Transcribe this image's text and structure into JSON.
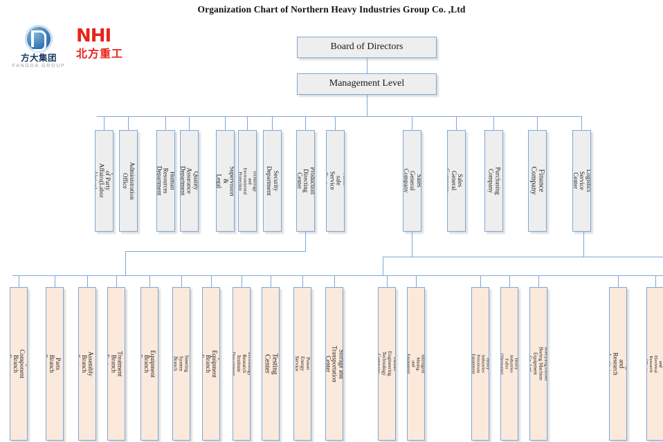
{
  "title": "Organization Chart of Northern Heavy Industries  Group Co. ,Ltd",
  "logos": {
    "fangda": {
      "name": "fangda-group-logo",
      "cn": "方大集团",
      "en": "FANGDA GROUP",
      "color": "#2a6cb0"
    },
    "nhi": {
      "name": "nhi-logo",
      "en": "NHI",
      "cn": "北方重工",
      "color": "#e8231a"
    }
  },
  "colors": {
    "box_fill_gray": "#eeeeee",
    "box_fill_peach": "#fbe9dc",
    "box_border": "#7ba7d7",
    "line": "#7ba7d7",
    "text": "#1a1a1a"
  },
  "top": {
    "board": "Board of Directors",
    "management": "Management Level"
  },
  "level2_left": [
    "Department of Party\nAffairs(Labor Union)",
    "Administration Office",
    "Human Resources\nDepartment",
    "Quality Assurance\nDepartment",
    "Audit, Supervision &\nLegal Department",
    "Safety Technology and\nEnvironmental Protection\nDepartment",
    "Security Department",
    "Production Directing\nCenter",
    "After-sale Service Center"
  ],
  "level2_right": [
    "Sales General Company",
    "International Sales\nGeneral Company",
    "Purchasing Company",
    "Finance Company",
    "Logistics Service Center"
  ],
  "level3_production": [
    "Major Component Branch Factory",
    "Structural Parts Branch Factory",
    "General Assembly Branch Factory",
    "Heat Treatment Branch Factory",
    "Bulk Equipment Branch Factory",
    "Automobile Steering System Branch Factory",
    "Special Equipment Branch Factory",
    "Technology Research Institute Department",
    "Testing Center",
    "Equipment Power Energy Service Department",
    "Storage and Transportation Center"
  ],
  "level3_sales": [
    "Tunnel Engineering Technology Company",
    "State Key Laboratory of Intelligent Mining and\nEquipment for Deep Metal Mines"
  ],
  "level3_subsidiaries": [
    "Northern Heavy Industries Petroleum Equipment\nCo. ,Ltd",
    "Northern Heavy Industries Fuller (Shenyang)\nMiningCo.,Ltd",
    "ShenyangTunnel Boring Machine Equipment\nCo.,Ltd"
  ],
  "level3_research": [
    "Design and Research Institute",
    "Shenyang Mechanical and Electrical Research\nand Design Institute"
  ]
}
